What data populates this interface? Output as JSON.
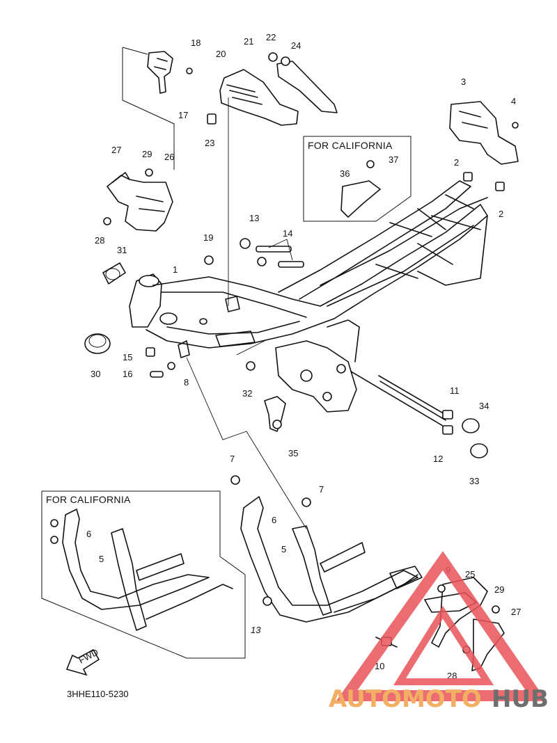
{
  "diagram": {
    "callouts": [
      {
        "id": "c1",
        "label": "1"
      },
      {
        "id": "c2a",
        "label": "2"
      },
      {
        "id": "c2b",
        "label": "2"
      },
      {
        "id": "c3",
        "label": "3"
      },
      {
        "id": "c4",
        "label": "4"
      },
      {
        "id": "c5a",
        "label": "5"
      },
      {
        "id": "c5b",
        "label": "5"
      },
      {
        "id": "c6a",
        "label": "6"
      },
      {
        "id": "c6b",
        "label": "6"
      },
      {
        "id": "c7a",
        "label": "7"
      },
      {
        "id": "c7b",
        "label": "7"
      },
      {
        "id": "c8",
        "label": "8"
      },
      {
        "id": "c9",
        "label": "9"
      },
      {
        "id": "c10",
        "label": "10"
      },
      {
        "id": "c11",
        "label": "11"
      },
      {
        "id": "c12",
        "label": "12"
      },
      {
        "id": "c13a",
        "label": "13"
      },
      {
        "id": "c13b",
        "label": "13"
      },
      {
        "id": "c14",
        "label": "14"
      },
      {
        "id": "c15",
        "label": "15"
      },
      {
        "id": "c16",
        "label": "16"
      },
      {
        "id": "c17",
        "label": "17"
      },
      {
        "id": "c18",
        "label": "18"
      },
      {
        "id": "c19",
        "label": "19"
      },
      {
        "id": "c20",
        "label": "20"
      },
      {
        "id": "c21",
        "label": "21"
      },
      {
        "id": "c22",
        "label": "22"
      },
      {
        "id": "c23",
        "label": "23"
      },
      {
        "id": "c24",
        "label": "24"
      },
      {
        "id": "c25",
        "label": "25"
      },
      {
        "id": "c26",
        "label": "26"
      },
      {
        "id": "c27a",
        "label": "27"
      },
      {
        "id": "c27b",
        "label": "27"
      },
      {
        "id": "c28a",
        "label": "28"
      },
      {
        "id": "c28b",
        "label": "28"
      },
      {
        "id": "c29a",
        "label": "29"
      },
      {
        "id": "c29b",
        "label": "29"
      },
      {
        "id": "c30",
        "label": "30"
      },
      {
        "id": "c31",
        "label": "31"
      },
      {
        "id": "c32",
        "label": "32"
      },
      {
        "id": "c33",
        "label": "33"
      },
      {
        "id": "c34",
        "label": "34"
      },
      {
        "id": "c35",
        "label": "35"
      },
      {
        "id": "c36",
        "label": "36"
      },
      {
        "id": "c37",
        "label": "37"
      }
    ],
    "california_top": "FOR CALIFORNIA",
    "california_bottom": "FOR CALIFORNIA",
    "fwd": "FWD",
    "code": "3HHE110-5230"
  },
  "watermark": {
    "brand_part1": "AUTOMOTO",
    "brand_part2": "HUB",
    "color_main": "#f0a24a",
    "color_dark": "#555555",
    "triangle_color": "#e8545a"
  }
}
